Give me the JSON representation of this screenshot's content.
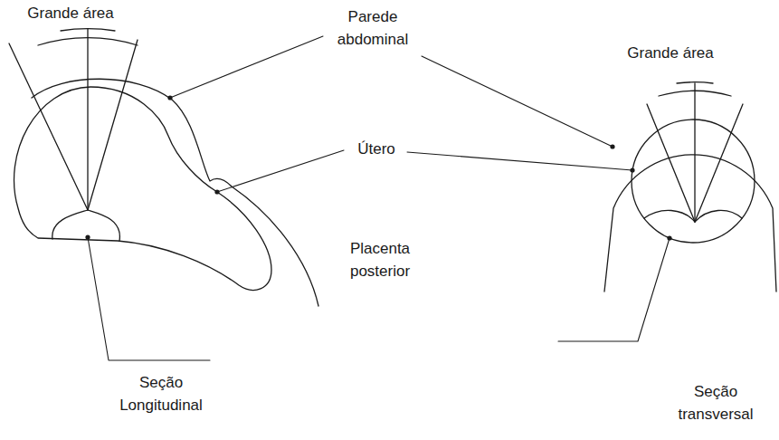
{
  "diagram": {
    "labels": [
      "Grande área",
      "Parede abdominal",
      "Grande área",
      "Útero",
      "Placenta posterior",
      "Seção Longitudinal",
      "Seção transversal"
    ]
  }
}
